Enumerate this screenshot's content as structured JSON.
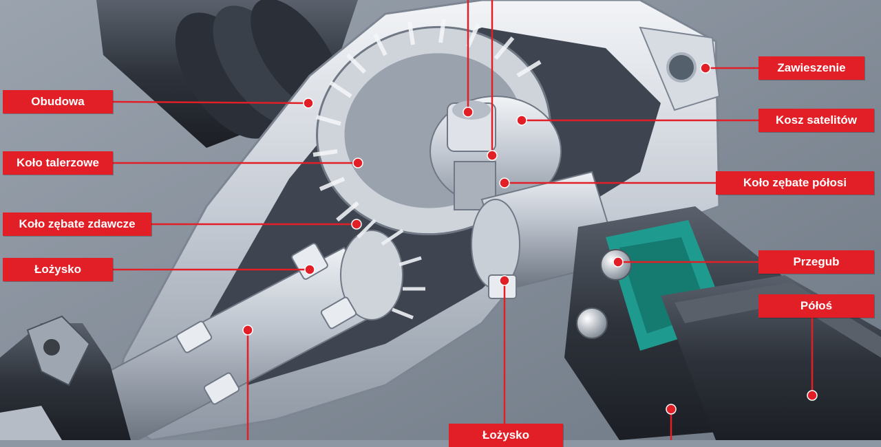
{
  "diagram": {
    "labels": {
      "obudowa": "Obudowa",
      "kolo_talerzowe": "Koło talerzowe",
      "kolo_zebate_zdawcze": "Koło zębate zdawcze",
      "lozysko_left": "Łożysko",
      "zawieszenie": "Zawieszenie",
      "kosz_satelitow": "Kosz satelitów",
      "kolo_zebate_polosi": "Koło zębate półosi",
      "przegub": "Przegub",
      "polos": "Półoś",
      "lozysko_bottom": "Łożysko"
    },
    "colors": {
      "label_bg": "#e21e26",
      "label_text": "#ffffff",
      "leader_line": "#e21e26",
      "background": "#8d96a3"
    }
  }
}
